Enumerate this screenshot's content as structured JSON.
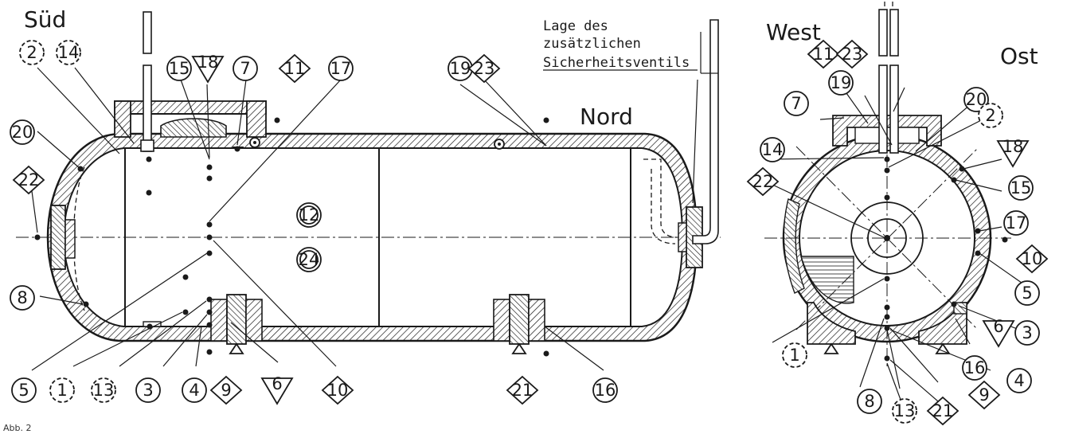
{
  "view_titles": {
    "south": "Süd",
    "north": "Nord",
    "west": "West",
    "east": "Ost"
  },
  "safety_valve_note": [
    "Lage des",
    "zusätzlichen",
    "Sicherheitsventils"
  ],
  "caption": "Abb. 2",
  "side_view_markers": [
    {
      "num": "2",
      "shape": "dashed-circle"
    },
    {
      "num": "14",
      "shape": "dashed-circle"
    },
    {
      "num": "15",
      "shape": "circle"
    },
    {
      "num": "18",
      "shape": "triangle"
    },
    {
      "num": "7",
      "shape": "circle"
    },
    {
      "num": "11",
      "shape": "diamond"
    },
    {
      "num": "17",
      "shape": "circle"
    },
    {
      "num": "19",
      "shape": "circle"
    },
    {
      "num": "23",
      "shape": "diamond"
    },
    {
      "num": "20",
      "shape": "circle"
    },
    {
      "num": "22",
      "shape": "diamond"
    },
    {
      "num": "12",
      "shape": "double-circle"
    },
    {
      "num": "24",
      "shape": "double-circle"
    },
    {
      "num": "8",
      "shape": "circle"
    },
    {
      "num": "5",
      "shape": "circle"
    },
    {
      "num": "1",
      "shape": "dashed-circle"
    },
    {
      "num": "13",
      "shape": "dashed-circle"
    },
    {
      "num": "3",
      "shape": "circle"
    },
    {
      "num": "4",
      "shape": "circle"
    },
    {
      "num": "9",
      "shape": "diamond"
    },
    {
      "num": "6",
      "shape": "triangle"
    },
    {
      "num": "10",
      "shape": "diamond"
    },
    {
      "num": "21",
      "shape": "diamond"
    },
    {
      "num": "16",
      "shape": "circle"
    }
  ],
  "end_view_markers": [
    {
      "num": "19",
      "shape": "circle"
    },
    {
      "num": "11",
      "shape": "diamond"
    },
    {
      "num": "23",
      "shape": "diamond"
    },
    {
      "num": "7",
      "shape": "circle"
    },
    {
      "num": "20",
      "shape": "circle"
    },
    {
      "num": "14",
      "shape": "circle"
    },
    {
      "num": "2",
      "shape": "dashed-circle"
    },
    {
      "num": "22",
      "shape": "diamond"
    },
    {
      "num": "18",
      "shape": "triangle"
    },
    {
      "num": "15",
      "shape": "circle"
    },
    {
      "num": "17",
      "shape": "circle"
    },
    {
      "num": "10",
      "shape": "diamond"
    },
    {
      "num": "5",
      "shape": "circle"
    },
    {
      "num": "3",
      "shape": "circle"
    },
    {
      "num": "1",
      "shape": "dashed-circle"
    },
    {
      "num": "6",
      "shape": "triangle"
    },
    {
      "num": "16",
      "shape": "circle"
    },
    {
      "num": "8",
      "shape": "circle"
    },
    {
      "num": "13",
      "shape": "dashed-circle"
    },
    {
      "num": "21",
      "shape": "diamond"
    },
    {
      "num": "9",
      "shape": "diamond"
    },
    {
      "num": "4",
      "shape": "circle"
    }
  ]
}
